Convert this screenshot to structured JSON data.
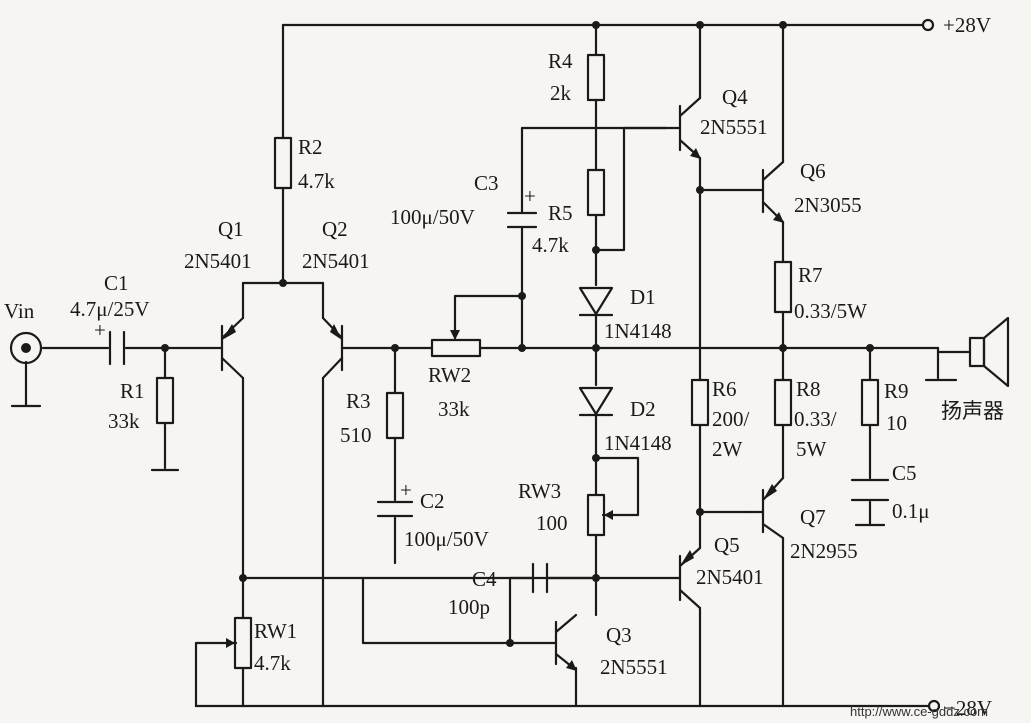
{
  "supply": {
    "pos": "+28V",
    "neg": "−28V"
  },
  "input": {
    "label": "Vin"
  },
  "output": {
    "label": "扬声器"
  },
  "watermark": "http://www.ce-gddz.com",
  "labels": {
    "q1_name": "Q1",
    "q1_part": "2N5401",
    "q2_name": "Q2",
    "q2_part": "2N5401",
    "q3_name": "Q3",
    "q3_part": "2N5551",
    "q4_name": "Q4",
    "q4_part": "2N5551",
    "q5_name": "Q5",
    "q5_part": "2N5401",
    "q6_name": "Q6",
    "q6_part": "2N3055",
    "q7_name": "Q7",
    "q7_part": "2N2955",
    "c1_name": "C1",
    "c1_val": "4.7μ/25V",
    "c2_name": "C2",
    "c2_val": "100μ/50V",
    "c3_name": "C3",
    "c3_val": "100μ/50V",
    "c4_name": "C4",
    "c4_val": "100p",
    "c5_name": "C5",
    "c5_val": "0.1μ",
    "r1_name": "R1",
    "r1_val": "33k",
    "r2_name": "R2",
    "r2_val": "4.7k",
    "r3_name": "R3",
    "r3_val": "510",
    "r4_name": "R4",
    "r4_val": "2k",
    "r5_name": "R5",
    "r5_val": "4.7k",
    "r6_name": "R6",
    "r6_val_a": "200/",
    "r6_val_b": "2W",
    "r7_name": "R7",
    "r7_val": "0.33/5W",
    "r8_name": "R8",
    "r8_val_a": "0.33/",
    "r8_val_b": "5W",
    "r9_name": "R9",
    "r9_val": "10",
    "rw1_name": "RW1",
    "rw1_val": "4.7k",
    "rw2_name": "RW2",
    "rw2_val": "33k",
    "rw3_name": "RW3",
    "rw3_val": "100",
    "d1_name": "D1",
    "d1_part": "1N4148",
    "d2_name": "D2",
    "d2_part": "1N4148"
  }
}
